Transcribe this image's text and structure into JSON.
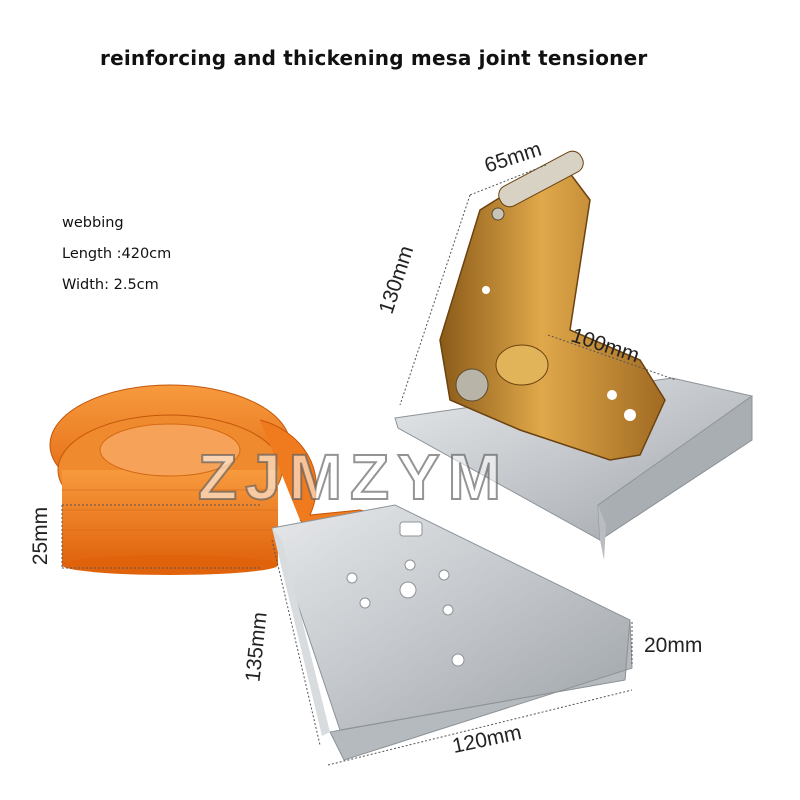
{
  "title": "reinforcing and thickening mesa joint tensioner",
  "specs": {
    "heading": "webbing",
    "length": "Length :420cm",
    "width": "Width: 2.5cm"
  },
  "dimensions": {
    "handle_width": "65mm",
    "ratchet_height": "130mm",
    "ratchet_length": "100mm",
    "strap_width": "25mm",
    "plate_height": "135mm",
    "plate_lip": "20mm",
    "plate_width": "120mm"
  },
  "watermark": "ZJMZYM",
  "colors": {
    "strap": "#f07a1e",
    "metal": "#c9cccf",
    "ratchet": "#c98a2c"
  }
}
